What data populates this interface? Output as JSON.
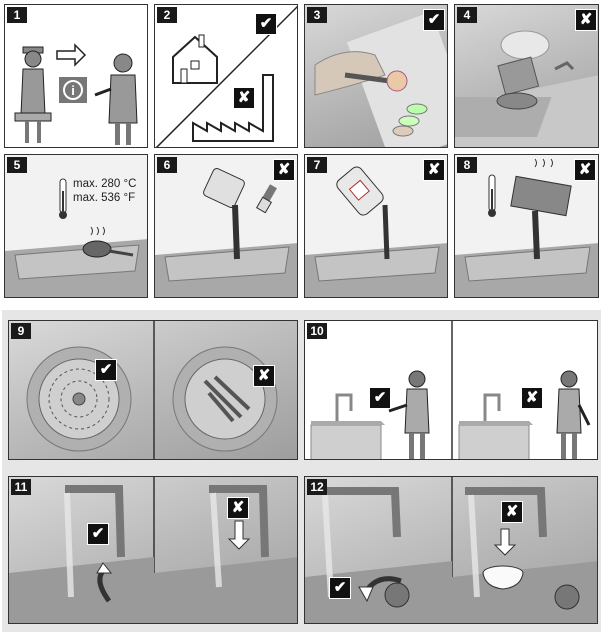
{
  "panels": [
    {
      "number": "1"
    },
    {
      "number": "2"
    },
    {
      "number": "3"
    },
    {
      "number": "4"
    },
    {
      "number": "5"
    },
    {
      "number": "6"
    },
    {
      "number": "7"
    },
    {
      "number": "8"
    },
    {
      "number": "9"
    },
    {
      "number": "10"
    },
    {
      "number": "11"
    },
    {
      "number": "12"
    }
  ],
  "marks": {
    "ok": "✔",
    "no": "✘"
  },
  "temperature": {
    "celsius": "max. 280 °C",
    "fahrenheit": "max. 536 °F"
  },
  "colors": {
    "mark": "#111111",
    "group_bg": "#e6e6e6",
    "photo": "#bdbdbd"
  }
}
